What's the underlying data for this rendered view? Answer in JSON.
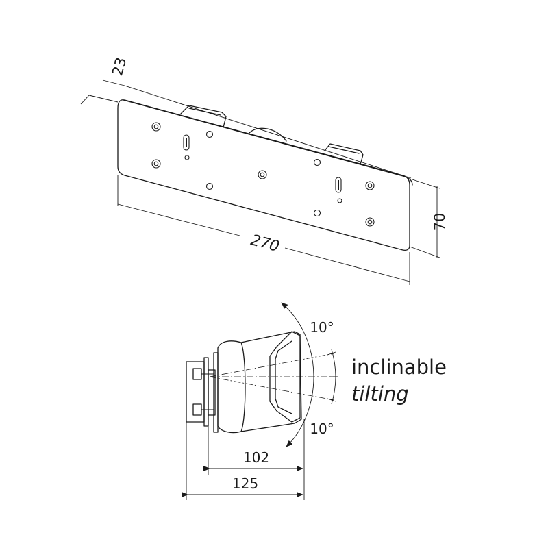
{
  "dimensions": {
    "depth": "23",
    "length": "270",
    "height": "70",
    "inner_width": "102",
    "outer_width": "125",
    "angle_top": "10°",
    "angle_bottom": "10°"
  },
  "notes": {
    "line1": "inclinable",
    "line2": "tilting"
  }
}
